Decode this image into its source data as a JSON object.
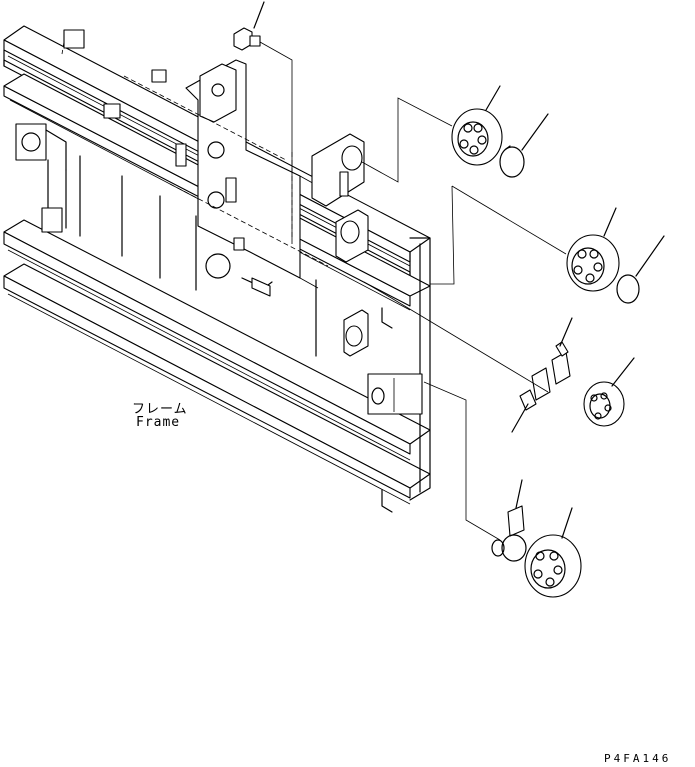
{
  "labels": {
    "frame_jp": "フレーム",
    "frame_en": "Frame"
  },
  "drawing_code": "P4FA146",
  "colors": {
    "line": "#000000",
    "background": "#ffffff"
  }
}
